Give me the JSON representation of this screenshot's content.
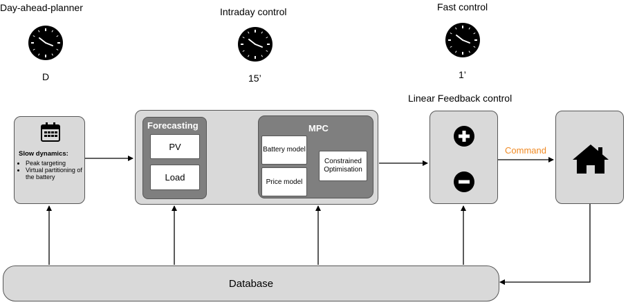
{
  "timescales": {
    "day_ahead": {
      "title": "Day-ahead-planner",
      "period": "D"
    },
    "intraday": {
      "title": "Intraday control",
      "period": "15’"
    },
    "fast": {
      "title": "Fast control",
      "period": "1’"
    }
  },
  "slow_box": {
    "heading": "Slow dynamics:",
    "bullets": [
      "Peak targeting",
      "Virtual partitioning of the battery"
    ]
  },
  "forecasting": {
    "title": "Forecasting",
    "pv": "PV",
    "load": "Load"
  },
  "mpc": {
    "title": "MPC",
    "battery_model": "Battery model",
    "price_model": "Price model",
    "optimisation": "Constrained Optimisation"
  },
  "feedback": {
    "title": "Linear Feedback control"
  },
  "command_label": "Command",
  "database_label": "Database",
  "colors": {
    "command": "#f08a24",
    "box_light": "#d9d9d9",
    "box_dark": "#7f7f7f"
  }
}
